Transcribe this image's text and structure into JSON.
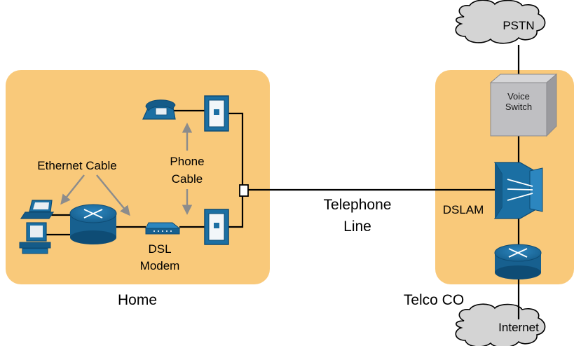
{
  "colors": {
    "zone_fill": "#F9C97A",
    "device_blue": "#1B6FA3",
    "device_dark": "#0E4C75",
    "arrow_gray": "#8C8C8C",
    "cloud_fill": "#D4D4D4",
    "line": "#000000",
    "switch_gray": "#BFBFC2"
  },
  "zones": {
    "home": {
      "label": "Home"
    },
    "telco": {
      "label": "Telco CO"
    }
  },
  "clouds": {
    "pstn": {
      "label": "PSTN",
      "icon": "cloud-icon"
    },
    "internet": {
      "label": "Internet",
      "icon": "cloud-icon"
    }
  },
  "labels": {
    "ethernet_cable": "Ethernet Cable",
    "phone_cable_line1": "Phone",
    "phone_cable_line2": "Cable",
    "telephone_line_line1": "Telephone",
    "telephone_line_line2": "Line",
    "dsl_modem_line1": "DSL",
    "dsl_modem_line2": "Modem",
    "dslam": "DSLAM",
    "voice_switch_line1": "Voice",
    "voice_switch_line2": "Switch"
  },
  "icons": {
    "telephone": "telephone-icon",
    "wall_jack_top": "wall-jack-icon",
    "wall_jack_bottom": "wall-jack-icon",
    "laptop": "laptop-icon",
    "desktop": "desktop-pc-icon",
    "home_router": "router-icon",
    "dsl_modem": "dsl-modem-icon",
    "splitter": "splitter-icon",
    "voice_switch": "voice-switch-icon",
    "dslam": "dslam-icon",
    "telco_router": "router-icon"
  }
}
